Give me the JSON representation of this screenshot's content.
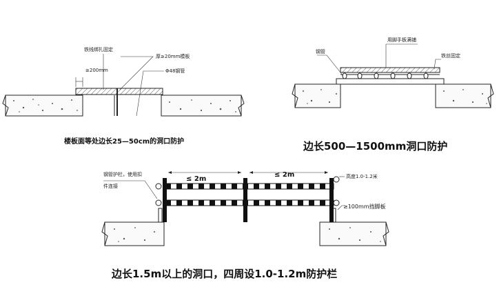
{
  "fig1": {
    "label_wire": "铁线绑扎固定",
    "label_board": "厚≥20mm模板",
    "label_dim": "≥200mm",
    "label_pipe": "Φ48钢管",
    "caption": "楼板面等处边长25—50cm的洞口防护"
  },
  "fig2": {
    "label_board": "用脚手板满铺",
    "label_pipe": "钢管",
    "label_fix": "铁丝固定",
    "caption": "边长500—1500mm洞口防护"
  },
  "fig3": {
    "label_rail_1": "钢管护栏，使用扣",
    "label_rail_2": "件连接",
    "span_left": "≤ 2m",
    "span_right": "≤ 2m",
    "label_height": "高度1.0-1.2米",
    "label_toe": "≥100mm挡脚板",
    "caption": "边长1.5m以上的洞口，四周设1.0-1.2m防护栏"
  }
}
